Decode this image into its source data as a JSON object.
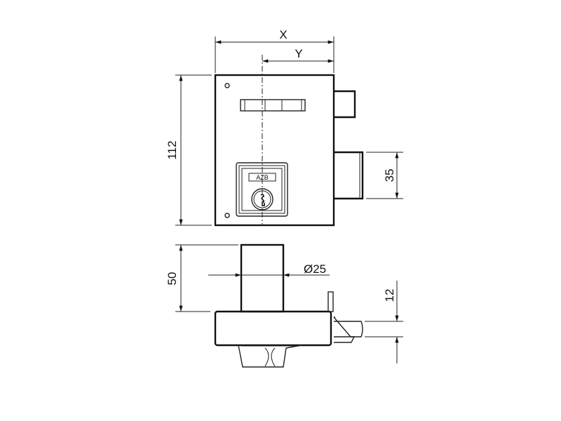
{
  "drawing": {
    "top_view": {
      "width_label": "X",
      "offset_label": "Y",
      "height_label": "112",
      "bolt_label": "35",
      "cylinder_brand": "AZB"
    },
    "side_view": {
      "depth_label": "50",
      "diameter_label": "Ø25",
      "bolt_label": "12"
    },
    "colors": {
      "line": "#111111",
      "background": "#ffffff"
    }
  }
}
